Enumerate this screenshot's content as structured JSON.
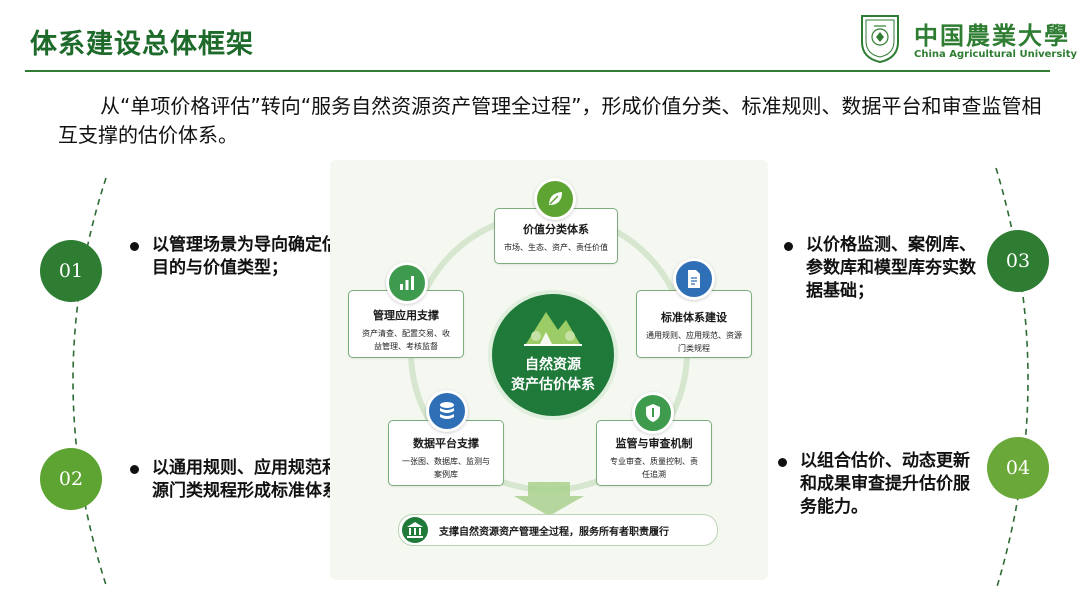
{
  "header": {
    "title": "体系建设总体框架",
    "logo_cn": "中国農業大學",
    "logo_en": "China Agricultural University",
    "emblem_icon": "university-emblem-icon"
  },
  "intro": "从“单项价格评估”转向“服务自然资源资产管理全过程”，形成价值分类、标准规则、数据平台和审查监管相互支撑的估价体系。",
  "points": [
    {
      "num": "01",
      "text": "以管理场景为导向确定估价目的与价值类型；",
      "color": "#2e7d32"
    },
    {
      "num": "02",
      "text": "以通用规则、应用规范和资源门类规程形成标准体系；",
      "color": "#4f9a2f"
    },
    {
      "num": "03",
      "text": "以价格监测、案例库、参数库和模型库夯实数据基础；",
      "color": "#2e7d32"
    },
    {
      "num": "04",
      "text": "以组合估价、动态更新和成果审查提升估价服务能力。",
      "color": "#6aa83a"
    }
  ],
  "diagram": {
    "center_line1": "自然资源",
    "center_line2": "资产估价体系",
    "cards": [
      {
        "title": "价值分类体系",
        "desc": "市场、生态、资产、责任价值",
        "icon": "leaf-icon"
      },
      {
        "title": "标准体系建设",
        "desc": "通用规则、应用规范、资源门类规程",
        "icon": "document-icon"
      },
      {
        "title": "监管与审查机制",
        "desc": "专业审查、质量控制、责任追溯",
        "icon": "shield-icon"
      },
      {
        "title": "数据平台支撑",
        "desc": "一张图、数据库、监测与案例库",
        "icon": "database-icon"
      },
      {
        "title": "管理应用支撑",
        "desc": "资产清查、配置交易、收益管理、考核监督",
        "icon": "bar-chart-icon"
      }
    ],
    "bottom": "支撑自然资源资产管理全过程，服务所有者职责履行",
    "bottom_icon": "bank-icon"
  },
  "colors": {
    "brand": "#2e7d32",
    "accent": "#1f7a3a",
    "light_green": "#6aa83a"
  }
}
